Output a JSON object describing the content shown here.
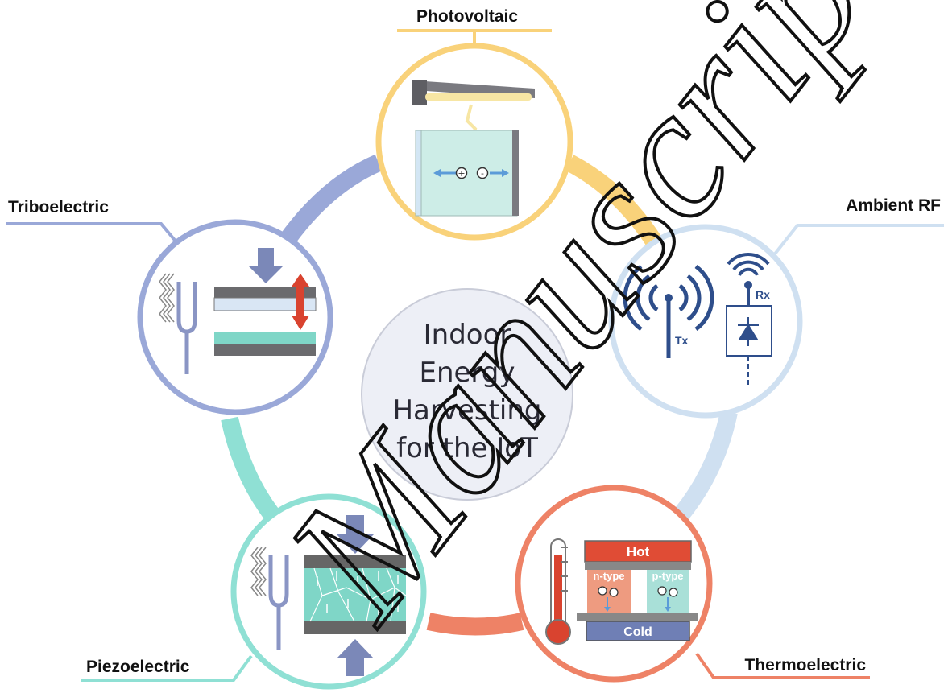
{
  "center": {
    "lines": [
      "Indoor",
      "Energy",
      "Harvesting",
      "for the IoT"
    ]
  },
  "nodes": {
    "photovoltaic": {
      "label": "Photovoltaic",
      "color": "#F9D27A"
    },
    "ambient_rf": {
      "label": "Ambient RF",
      "color": "#CFE0F1",
      "tx": "Tx",
      "rx": "Rx"
    },
    "thermoelectric": {
      "label": "Thermoelectric",
      "color": "#EE8266",
      "hot": "Hot",
      "cold": "Cold",
      "n_type": "n-type",
      "p_type": "p-type"
    },
    "piezoelectric": {
      "label": "Piezoelectric",
      "color": "#8FE0D4"
    },
    "triboelectric": {
      "label": "Triboelectric",
      "color": "#9AA8D8"
    }
  },
  "watermark": {
    "text": "Manuscript"
  }
}
